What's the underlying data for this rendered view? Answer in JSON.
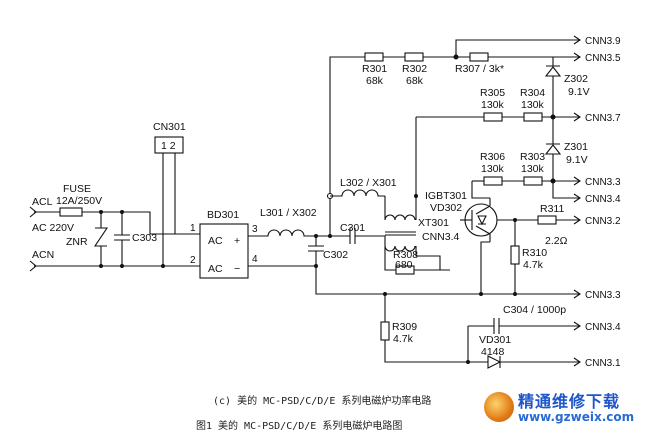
{
  "caption": {
    "line1": "(c) 美的 MC-PSD/C/D/E 系列电磁炉功率电路",
    "line2": "图1  美的 MC-PSD/C/D/E 系列电磁炉电路图"
  },
  "watermark": {
    "text": "精通维修下载",
    "url": "www.gzweix.com"
  },
  "colors": {
    "line": "#111111",
    "watermark_blue": "#1f56c9"
  },
  "labels": {
    "acl": "ACL",
    "fuse": "FUSE",
    "fuse_rating": "12A/250V",
    "ac": "AC 220V",
    "znr": "ZNR",
    "acn": "ACN",
    "c303": "C303",
    "cn301": "CN301",
    "cn301_pins": "1 2",
    "bd301": "BD301",
    "bd_ac": "AC",
    "bd_ac2": "AC",
    "bd_plus": "+",
    "bd_minus": "−",
    "pin1": "1",
    "pin2": "2",
    "pin3": "3",
    "pin4": "4",
    "l301": "L301 / X302",
    "c302": "C302",
    "l302": "L302 / X301",
    "c301": "C301",
    "xt301": "XT301",
    "r301": "R301",
    "r301v": "68k",
    "r302": "R302",
    "r302v": "68k",
    "r307": "R307 / 3k*",
    "r305": "R305",
    "r305v": "130k",
    "r304": "R304",
    "r304v": "130k",
    "z302": "Z302",
    "z302v": "9.1V",
    "r306": "R306",
    "r306v": "130k",
    "r303": "R303",
    "r303v": "130k",
    "z301": "Z301",
    "z301v": "9.1V",
    "igbt": "IGBT301",
    "vd302": "VD302",
    "cnn34a": "CNN3.4",
    "r308": "R308",
    "r308v": "680",
    "r311": "R311",
    "r311v": "2.2Ω",
    "r310": "R310",
    "r310v": "4.7k",
    "r309": "R309",
    "r309v": "4.7k",
    "c304": "C304 / 1000p",
    "vd301": "VD301",
    "vd301v": "4148",
    "cnn39": "CNN3.9",
    "cnn35": "CNN3.5",
    "cnn37": "CNN3.7",
    "cnn33a": "CNN3.3",
    "cnn34b": "CNN3.4",
    "cnn32": "CNN3.2",
    "cnn33b": "CNN3.3",
    "cnn34c": "CNN3.4",
    "cnn31": "CNN3.1"
  }
}
